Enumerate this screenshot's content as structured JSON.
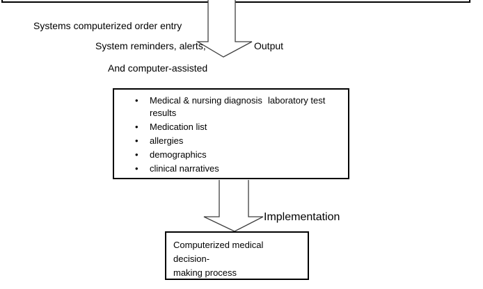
{
  "colors": {
    "background": "#ffffff",
    "box_border": "#000000",
    "arrow_outline": "#3f3f3f",
    "text": "#000000"
  },
  "labels": {
    "order_entry": "Systems computerized order entry",
    "reminders": "System reminders, alerts,",
    "output": "Output",
    "computer_assisted": "And computer-assisted",
    "implementation": "Implementation"
  },
  "data_box": {
    "bullet_glyph": "•",
    "bullets": [
      {
        "col1": "Medical & nursing diagnosis",
        "col2": "laboratory test",
        "wrap": "results"
      },
      {
        "col1": "Medication list"
      },
      {
        "col1": "allergies"
      },
      {
        "col1": "demographics"
      },
      {
        "col1": "clinical narratives"
      }
    ]
  },
  "output_box": {
    "line1": "Computerized medical decision-",
    "line2": "making process"
  }
}
